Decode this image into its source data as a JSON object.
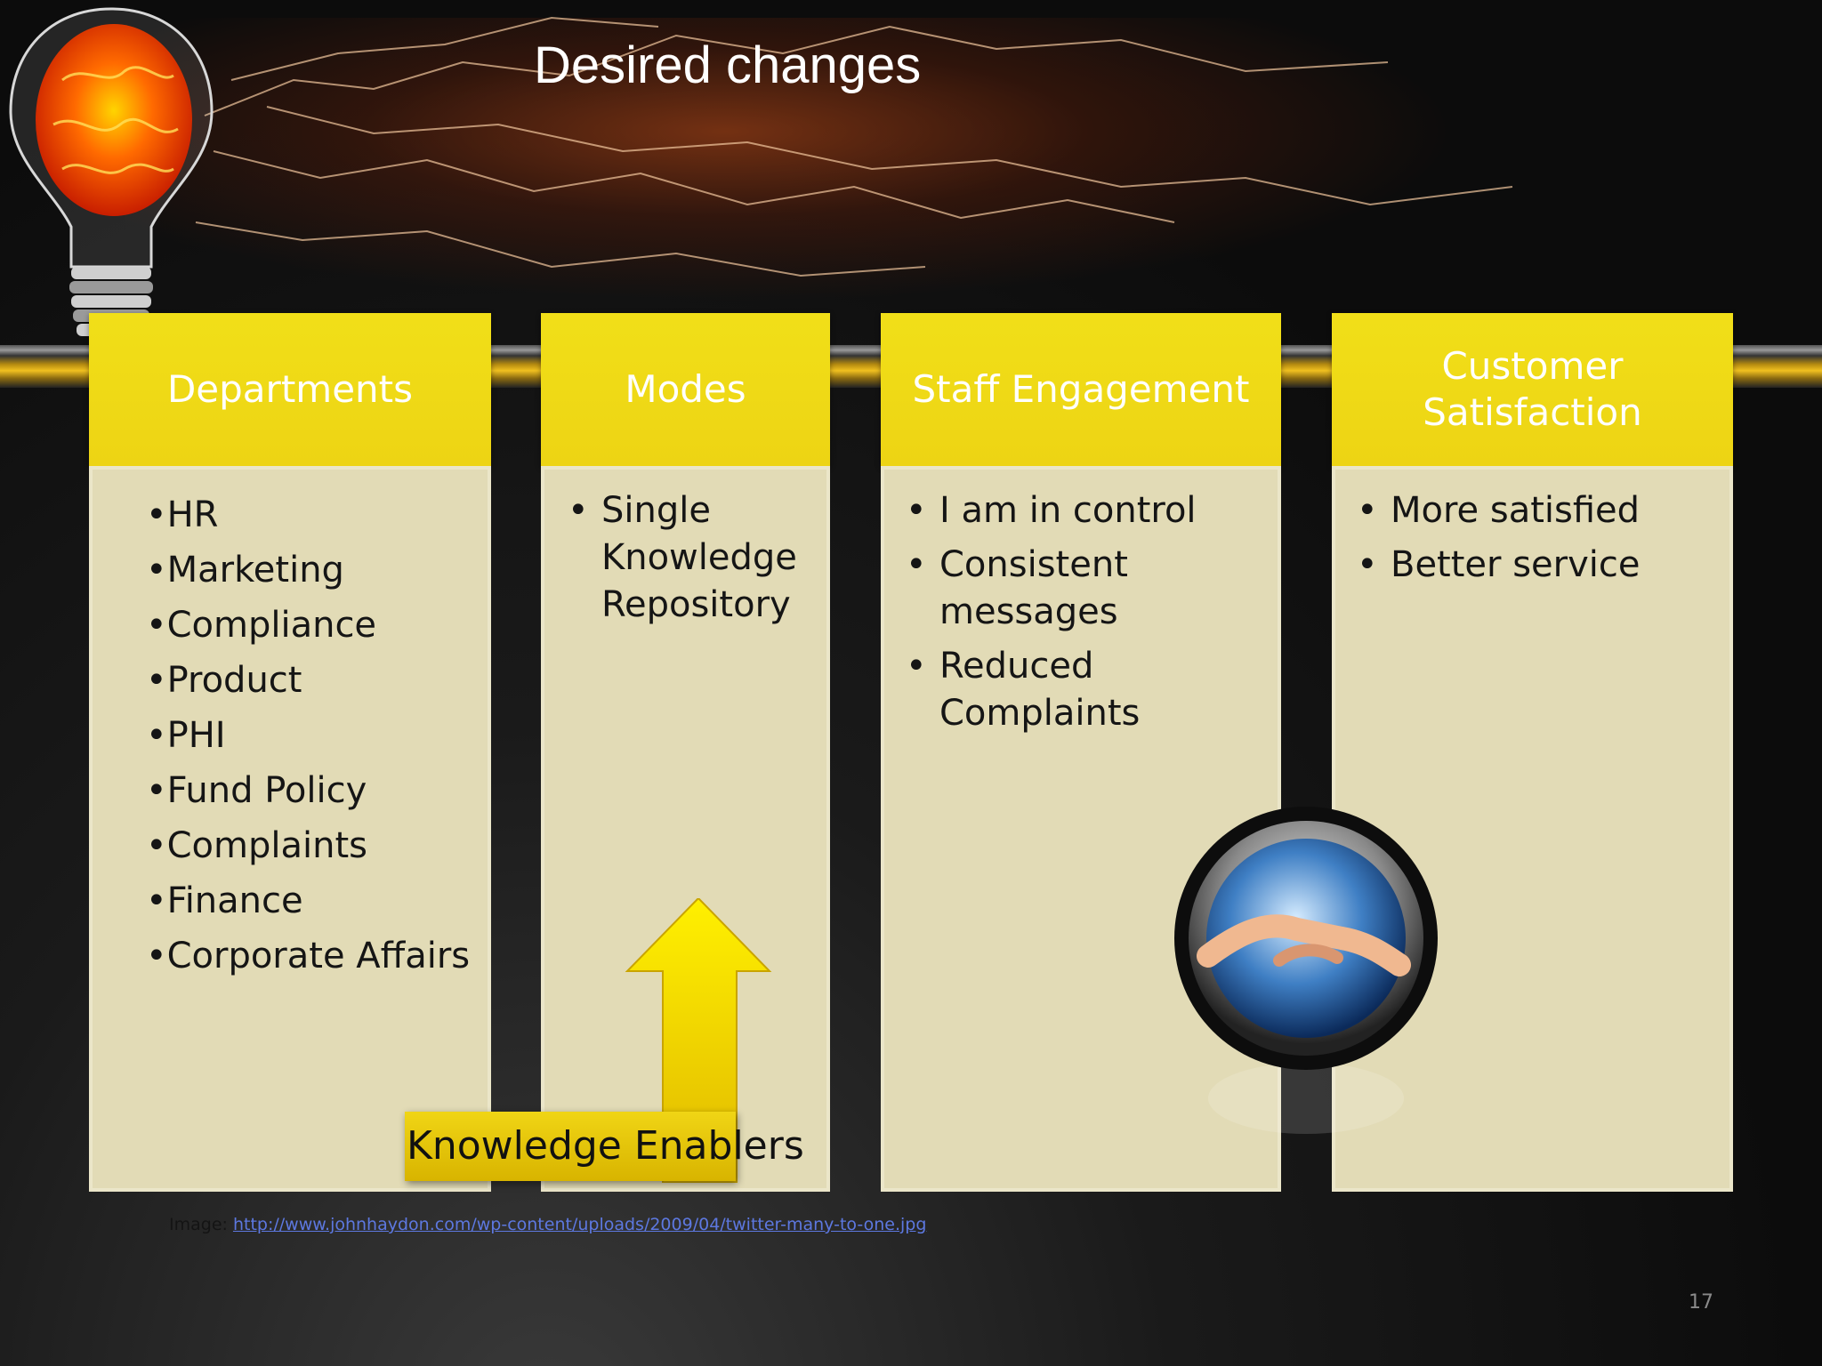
{
  "slide": {
    "title": "Desired changes",
    "page_number": "17"
  },
  "columns": [
    {
      "header": "Departments",
      "items": [
        "•HR",
        "•Marketing",
        "•Compliance",
        "•Product",
        "•PHI",
        "•Fund Policy",
        "•Complaints",
        "•Finance",
        "•Corporate Affairs"
      ]
    },
    {
      "header": "Modes",
      "items": [
        "Single Knowledge Repository"
      ]
    },
    {
      "header": "Staff Engagement",
      "items": [
        "I am in control",
        "Consistent messages",
        "Reduced Complaints"
      ]
    },
    {
      "header": "Customer Satisfaction",
      "items": [
        "More satisfied",
        "Better service"
      ]
    }
  ],
  "enablers_label": "Knowledge Enablers",
  "credit": {
    "prefix": "Image:",
    "url": "http://www.johnhaydon.com/wp-content/uploads/2009/04/twitter-many-to-one.jpg"
  },
  "colors": {
    "header_yellow": "#eed816",
    "body_beige": "#e2dbb6",
    "background": "#111111"
  },
  "icons": [
    "lightbulb-brain-icon",
    "up-arrow-icon",
    "handshake-icon"
  ]
}
